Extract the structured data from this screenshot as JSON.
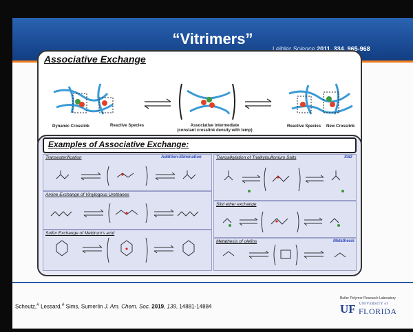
{
  "slide": {
    "title": "“Vitrimers”",
    "reference_prefix": "Leibler ",
    "reference_journal": "Science",
    "reference_detail": " 2011, 334, 965-968"
  },
  "associative": {
    "heading": "Associative Exchange",
    "labels": {
      "dynamic_crosslink": "Dynamic Crosslink",
      "reactive_species_left": "Reactive Species",
      "intermediate_line1": "Associative intermediate",
      "intermediate_line2": "(constant crosslink density with temp)",
      "reactive_species_right": "Reactive Species",
      "new_crosslink": "New Crosslink"
    }
  },
  "examples": {
    "heading": "Examples of Associative Exchange:",
    "panels": [
      {
        "title": "Transesterification",
        "mechanism": "Addition-Elimination"
      },
      {
        "title": "Amine Exchange of Vinylogous Urethanes",
        "mechanism": ""
      },
      {
        "title": "Sulfur Exchange of Meldrum's acid",
        "mechanism": ""
      },
      {
        "title": "Transalkylation of Trialkylsulfonium Salts",
        "mechanism": "SN2"
      },
      {
        "title": "Silyl ether exchange",
        "mechanism": ""
      },
      {
        "title": "Metathesis of olefins",
        "mechanism": "Metathesis"
      }
    ]
  },
  "footer": {
    "cite_authors": "Scheutz,",
    "cite_sup1": "#",
    "cite_mid": " Lessard,",
    "cite_sup2": "#",
    "cite_rest": " Sims, Sumerlin ",
    "cite_journal": "J. Am. Chem. Soc.",
    "cite_year": " 2019",
    "cite_vol": ", 139",
    "cite_pages": ", 14881-14884",
    "lab_name": "Butler Polymer Research Laboratory",
    "logo_uf": "UF",
    "logo_univ": "UNIVERSITY of",
    "logo_florida": "FLORIDA"
  },
  "colors": {
    "banner": "#1c4c9c",
    "accent": "#f07d1a",
    "mechanism_text": "#2b48b8"
  }
}
